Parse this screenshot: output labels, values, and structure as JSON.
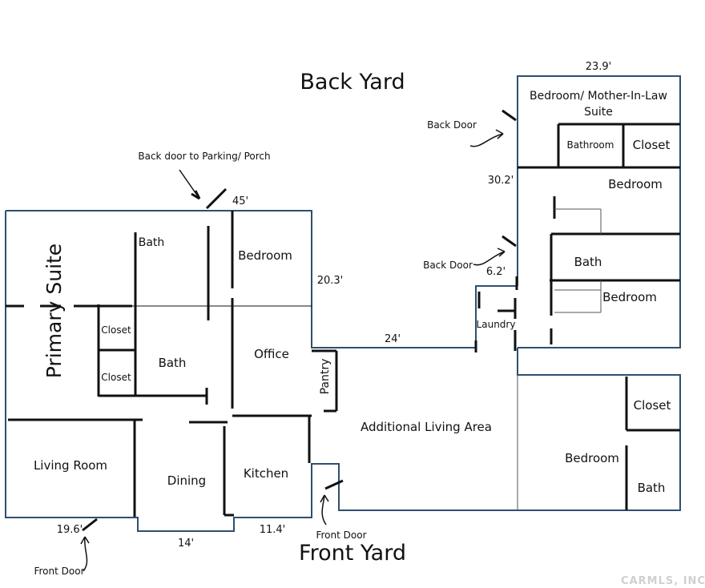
{
  "labels": {
    "back_yard": "Back Yard",
    "front_yard": "Front Yard"
  },
  "rooms": {
    "primary_suite": "Primary Suite",
    "bath_top": "Bath",
    "bedroom_top": "Bedroom",
    "closet_upper": "Closet",
    "closet_lower": "Closet",
    "bath_center": "Bath",
    "office": "Office",
    "pantry": "Pantry",
    "living_room": "Living Room",
    "dining": "Dining",
    "kitchen": "Kitchen",
    "additional_living": "Additional Living Area",
    "mil_suite_line1": "Bedroom/ Mother-In-Law",
    "mil_suite_line2": "Suite",
    "mil_bathroom": "Bathroom",
    "mil_closet": "Closet",
    "right_bedroom_1": "Bedroom",
    "right_bath": "Bath",
    "right_bedroom_2": "Bedroom",
    "laundry": "Laundry",
    "lower_closet": "Closet",
    "lower_bedroom": "Bedroom",
    "lower_bath": "Bath"
  },
  "dimensions": {
    "d45": "45'",
    "d20_3": "20.3'",
    "d24": "24'",
    "d23_9": "23.9'",
    "d30_2": "30.2'",
    "d6_2": "6.2'",
    "d19_6": "19.6'",
    "d14": "14'",
    "d11_4": "11.4'"
  },
  "annotations": {
    "back_door_parking": "Back door to Parking/ Porch",
    "back_door_top": "Back Door",
    "back_door_mid": "Back Door",
    "front_door_center": "Front Door",
    "front_door_left": "Front Door"
  },
  "watermark": "CARMLS, INC",
  "colors": {
    "outline": "#2f4f6f",
    "wall": "#111111"
  }
}
